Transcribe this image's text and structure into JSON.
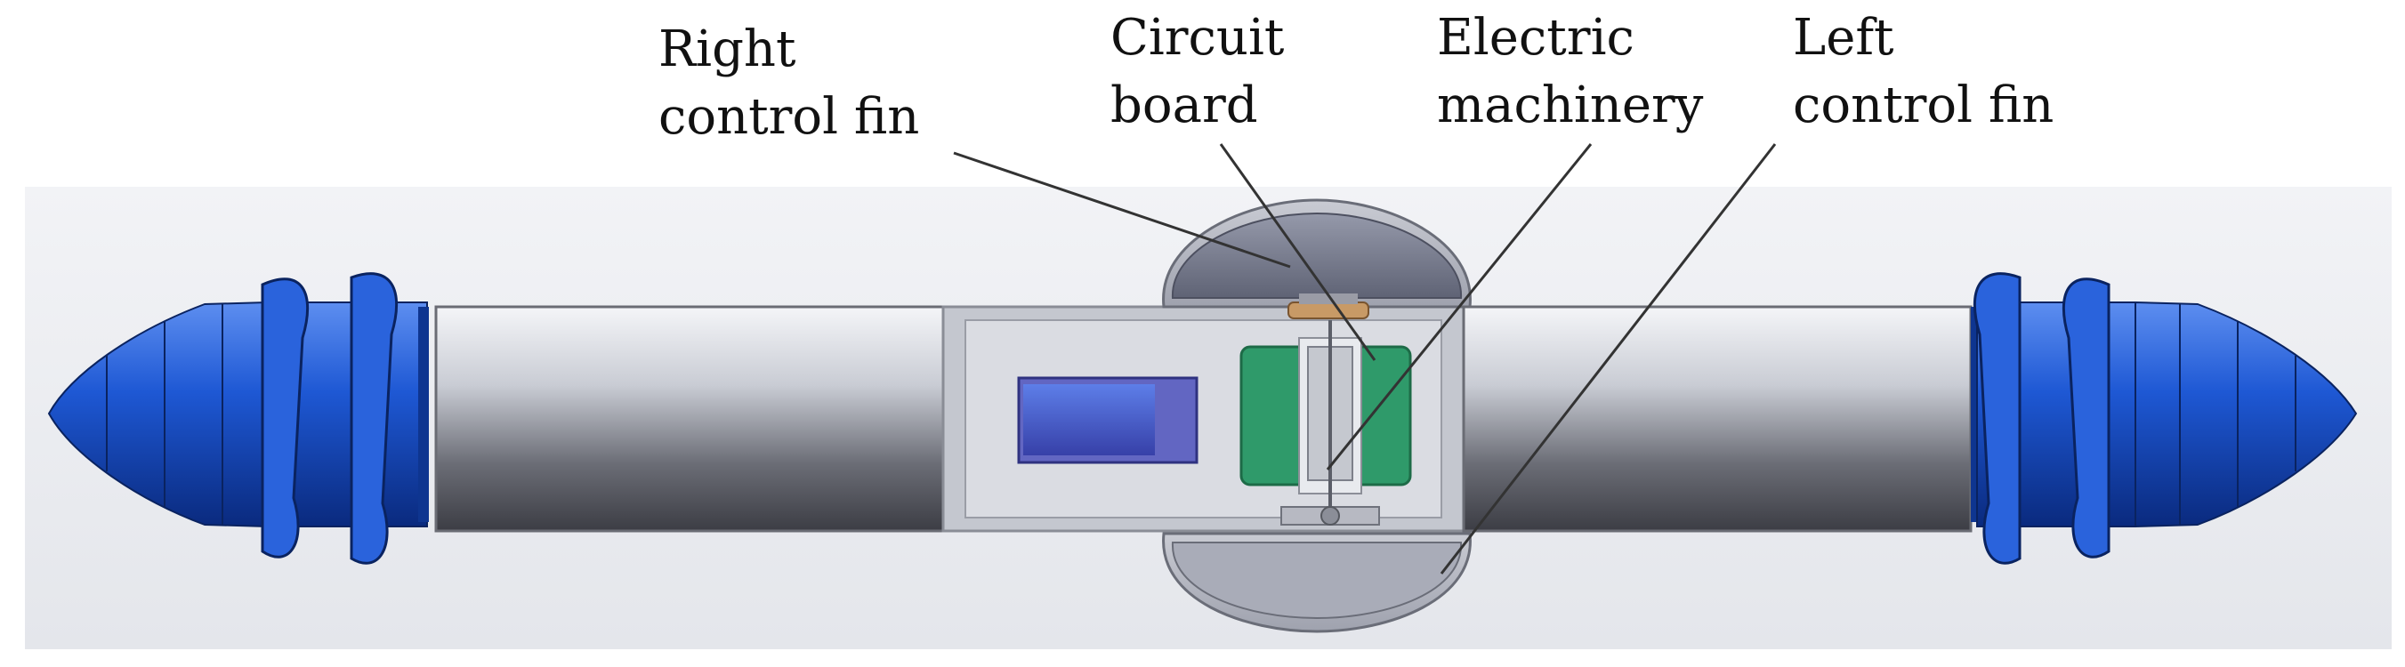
{
  "labels": {
    "right_fin": [
      "Right",
      "control fin"
    ],
    "circuit_board": [
      "Circuit",
      "board"
    ],
    "electric_machinery": [
      "Electric",
      "machinery"
    ],
    "left_fin": [
      "Left",
      "control fin"
    ]
  },
  "colors": {
    "screw": "#1f56c8",
    "screw_dark": "#0c2f86",
    "tube_light": "#e6e8ee",
    "tube_dark": "#4a4a52",
    "fin": "#7a7f92",
    "motor": "#2f9a6a",
    "battery": "#4b55c8",
    "background_panel": "#e9ebef"
  }
}
